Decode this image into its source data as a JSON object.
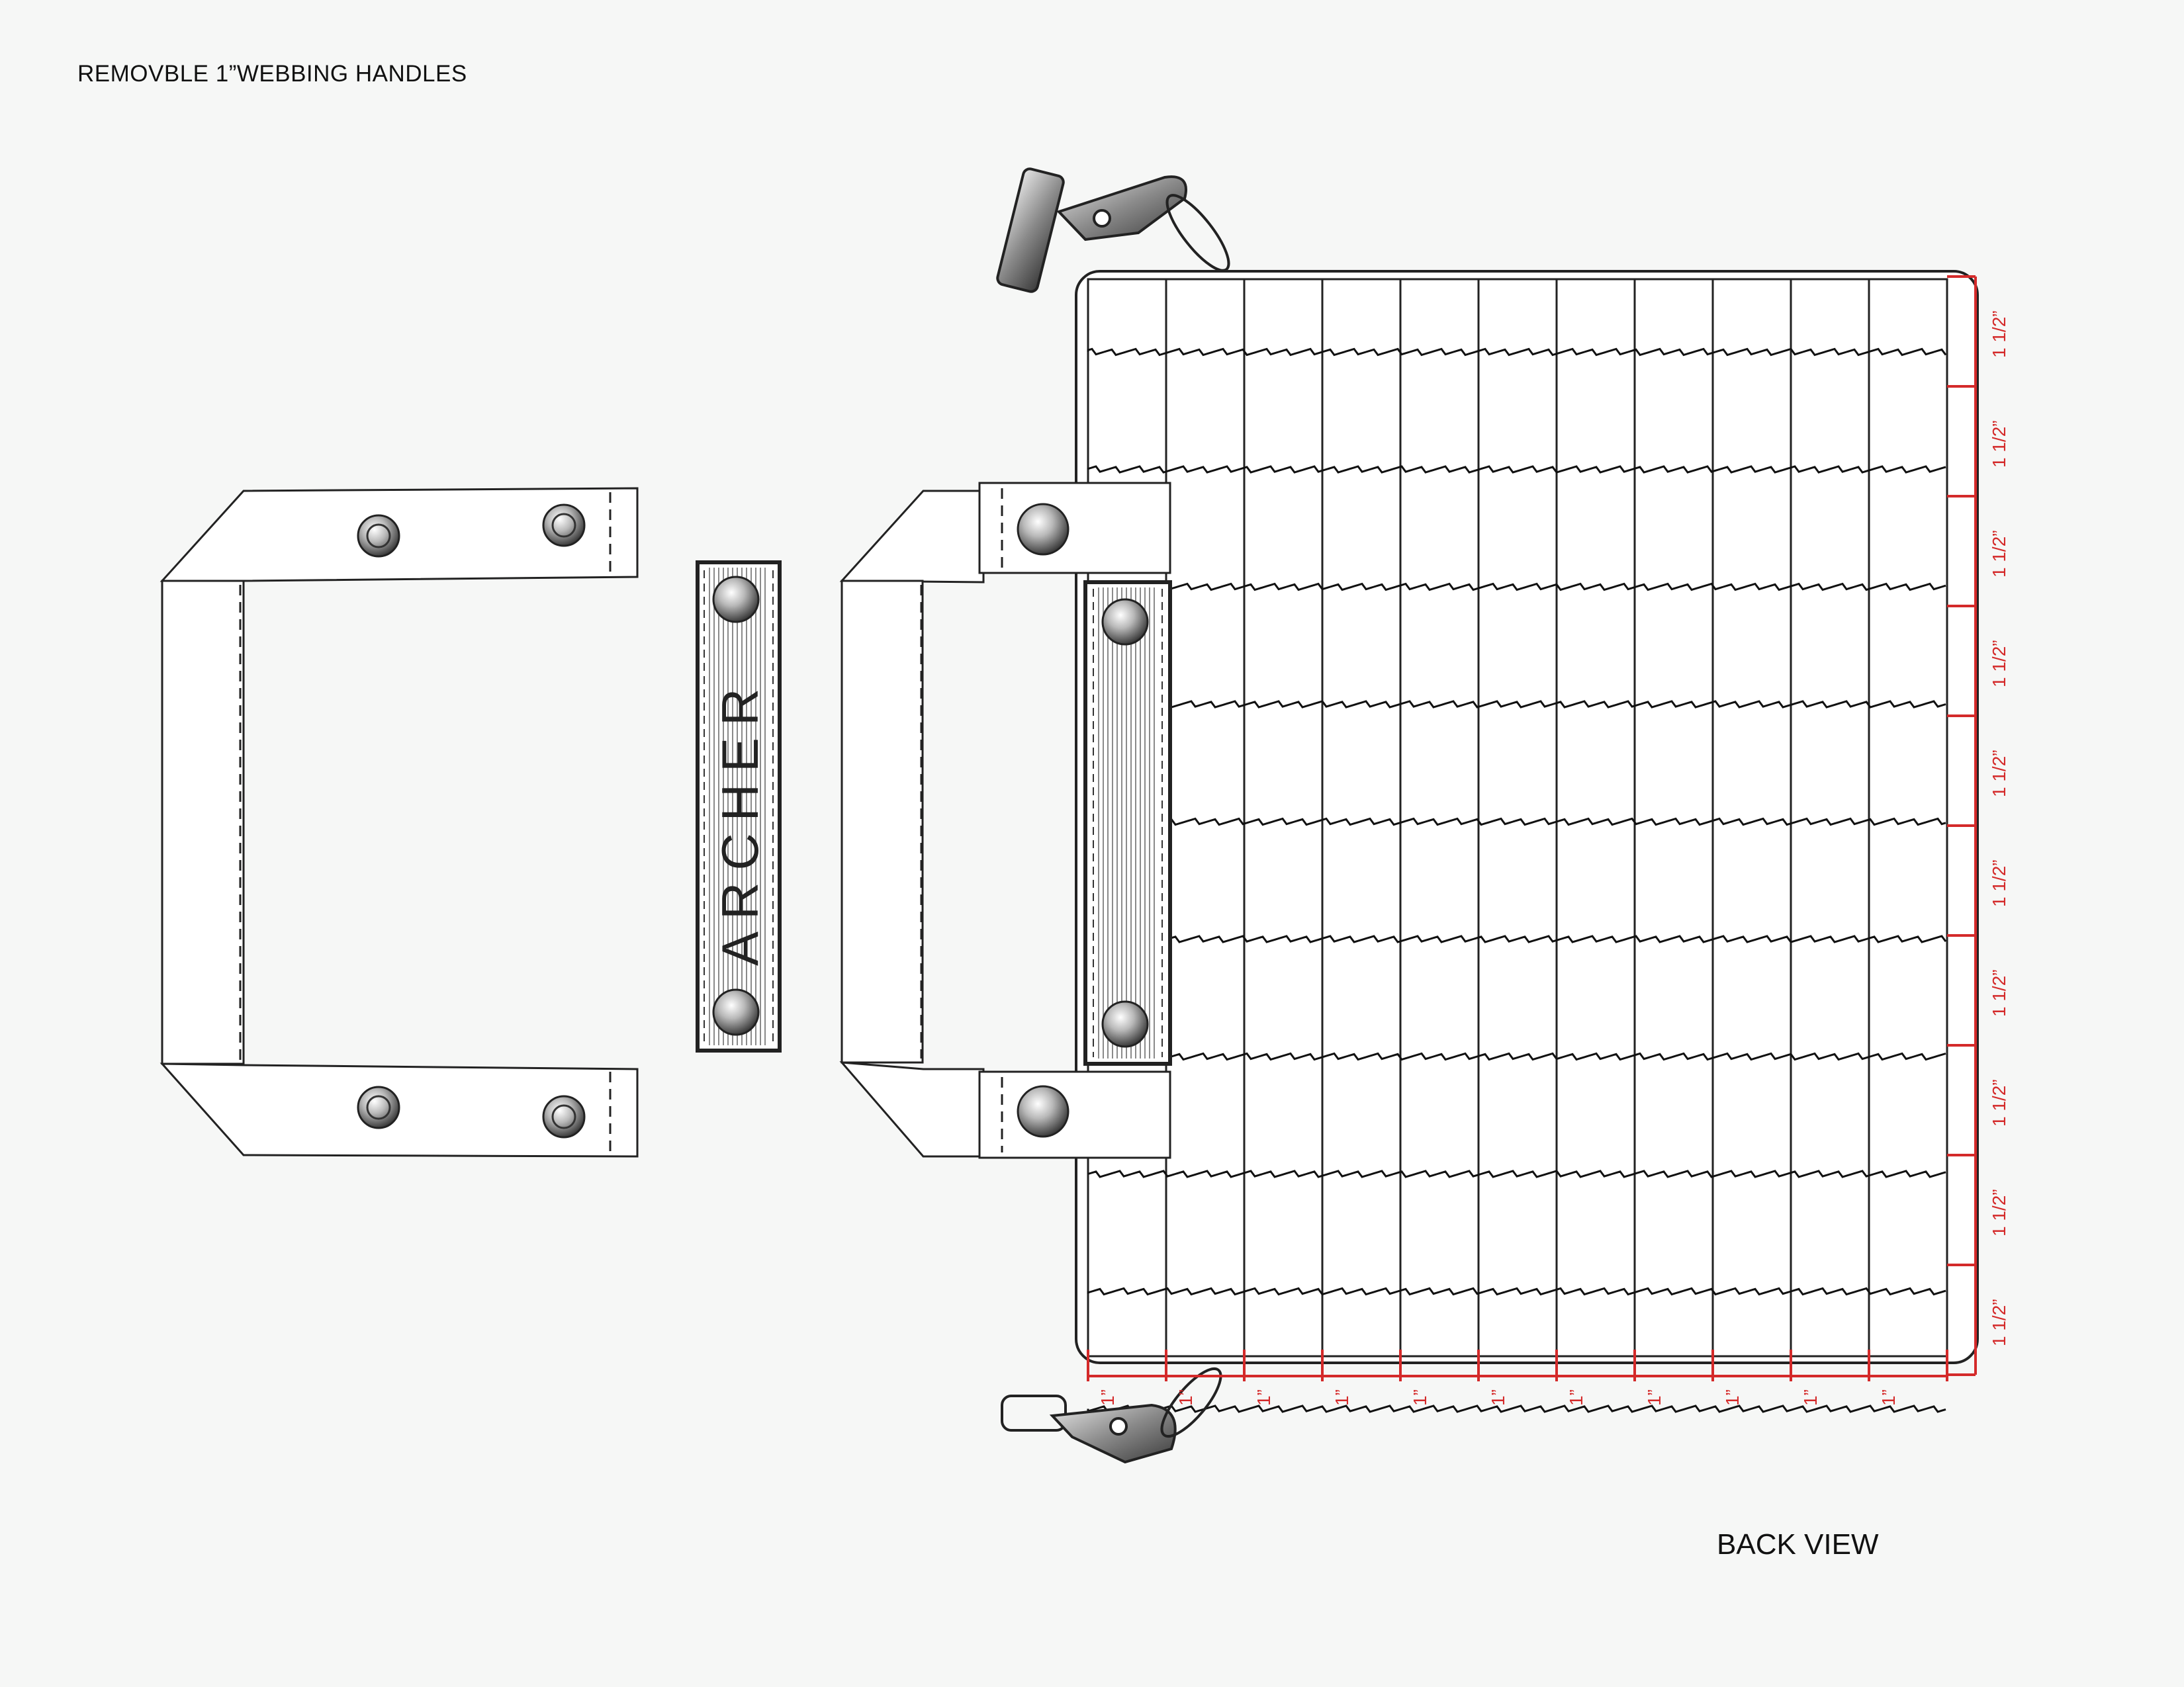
{
  "header": {
    "title": "REMOVBLE 1”WEBBING HANDLES"
  },
  "back_view": {
    "label": "BACK VIEW"
  },
  "name_patch": {
    "text": "ARCHER"
  },
  "dimensions": {
    "row_label": "1 1/2”",
    "column_label": "1”",
    "row_count": 10,
    "column_count": 11
  },
  "colors": {
    "dimension_red": "#d42a2a",
    "outline": "#222222",
    "background": "#f6f7f6",
    "snap_metal": "#9a9a9a"
  },
  "icons": [
    "snap-button-icon",
    "swivel-clip-icon",
    "webbing-loop-icon"
  ]
}
